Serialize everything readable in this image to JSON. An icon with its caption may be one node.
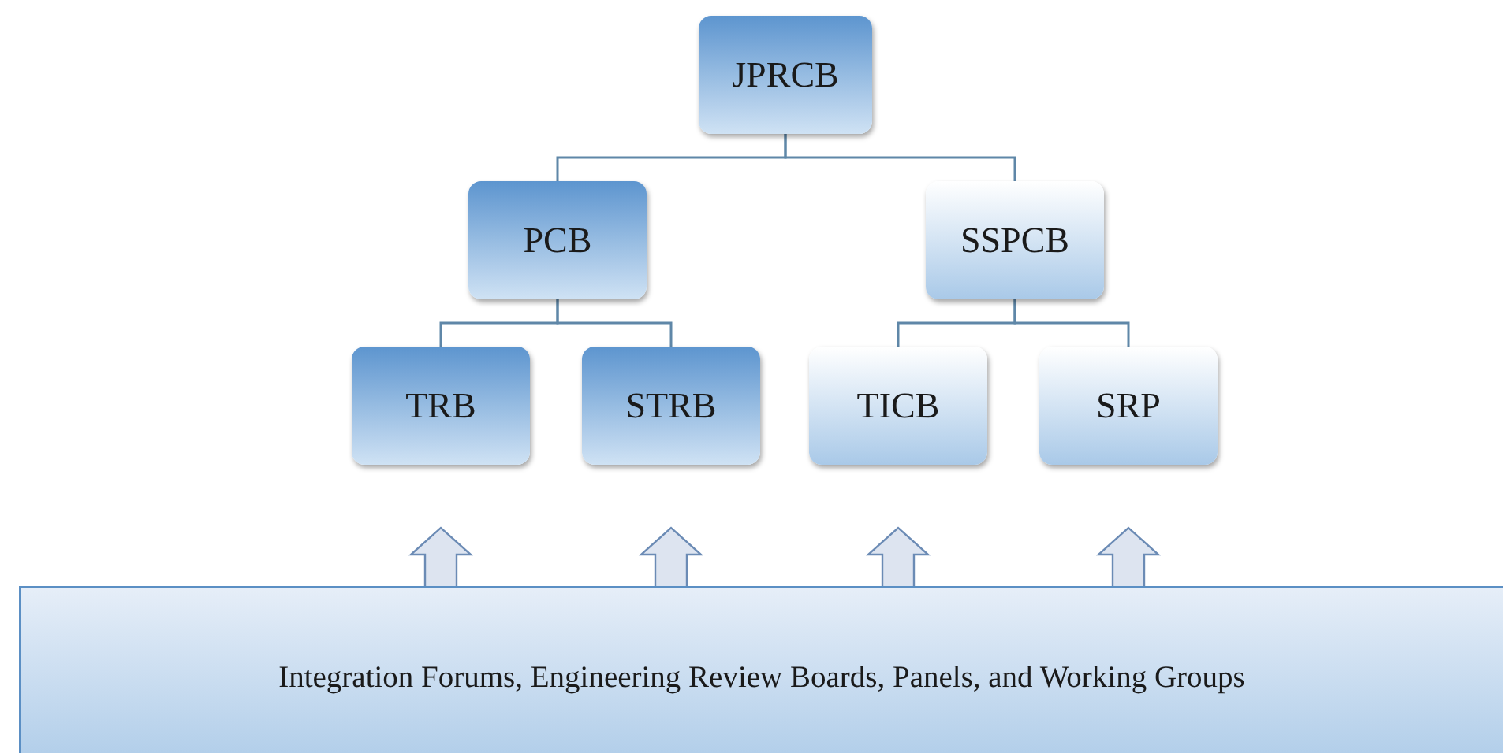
{
  "diagram": {
    "nodes": [
      {
        "text": [
          "JPRCB"
        ]
      },
      {
        "text": [
          "PCB"
        ]
      },
      {
        "text": [
          "SSPCB"
        ]
      },
      {
        "text": [
          "TRB"
        ]
      },
      {
        "text": [
          "STRB"
        ]
      },
      {
        "text": [
          "TICB"
        ]
      },
      {
        "text": [
          "SRP"
        ]
      },
      {
        "text": [
          "Integration Forums, Engineering Review Boards, Panels, and Working Groups"
        ]
      }
    ],
    "edges": [
      {
        "from": 0,
        "to": 1,
        "arrow": "none"
      },
      {
        "from": 0,
        "to": 2,
        "arrow": "none"
      },
      {
        "from": 1,
        "to": 3,
        "arrow": "none"
      },
      {
        "from": 1,
        "to": 4,
        "arrow": "none"
      },
      {
        "from": 2,
        "to": 5,
        "arrow": "none"
      },
      {
        "from": 2,
        "to": 6,
        "arrow": "none"
      },
      {
        "from": 7,
        "to": 3,
        "arrow": "to",
        "style": "thick"
      },
      {
        "from": 7,
        "to": 4,
        "arrow": "to",
        "style": "thick"
      },
      {
        "from": 7,
        "to": 5,
        "arrow": "to",
        "style": "thick"
      },
      {
        "from": 7,
        "to": 6,
        "arrow": "to",
        "style": "thick"
      }
    ]
  }
}
